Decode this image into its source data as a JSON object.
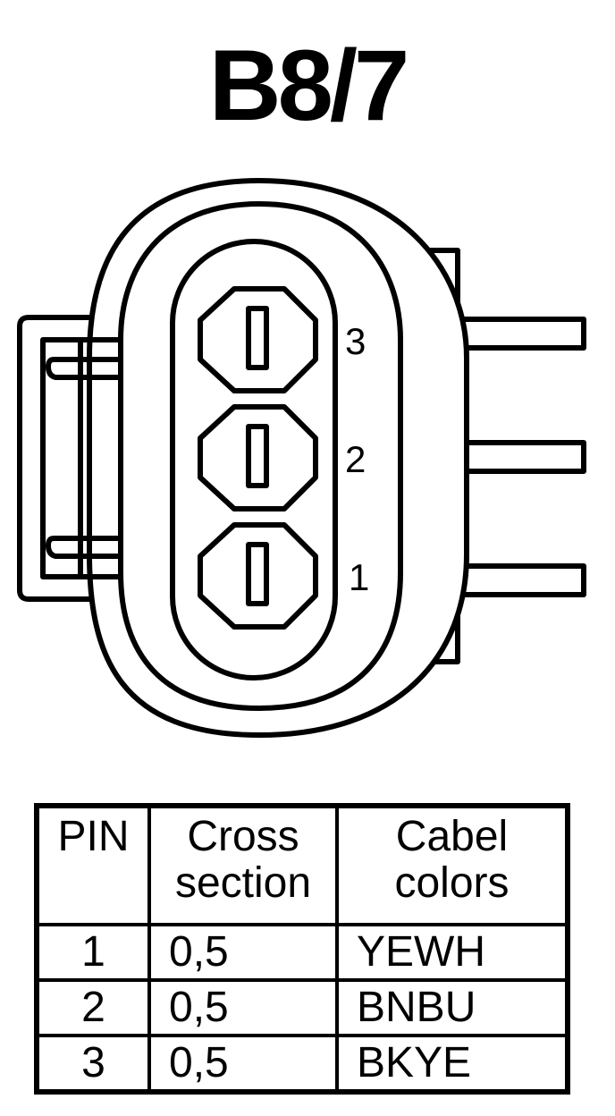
{
  "connector_id": "B8/7",
  "pins": [
    {
      "number": "3"
    },
    {
      "number": "2"
    },
    {
      "number": "1"
    }
  ],
  "table": {
    "headers": {
      "pin": "PIN",
      "cross_line1": "Cross",
      "cross_line2": "section",
      "color_line1": "Cabel",
      "color_line2": "colors"
    },
    "rows": [
      {
        "pin": "1",
        "cross_section": "0,5",
        "color": "YEWH"
      },
      {
        "pin": "2",
        "cross_section": "0,5",
        "color": "BNBU"
      },
      {
        "pin": "3",
        "cross_section": "0,5",
        "color": "BKYE"
      }
    ]
  }
}
